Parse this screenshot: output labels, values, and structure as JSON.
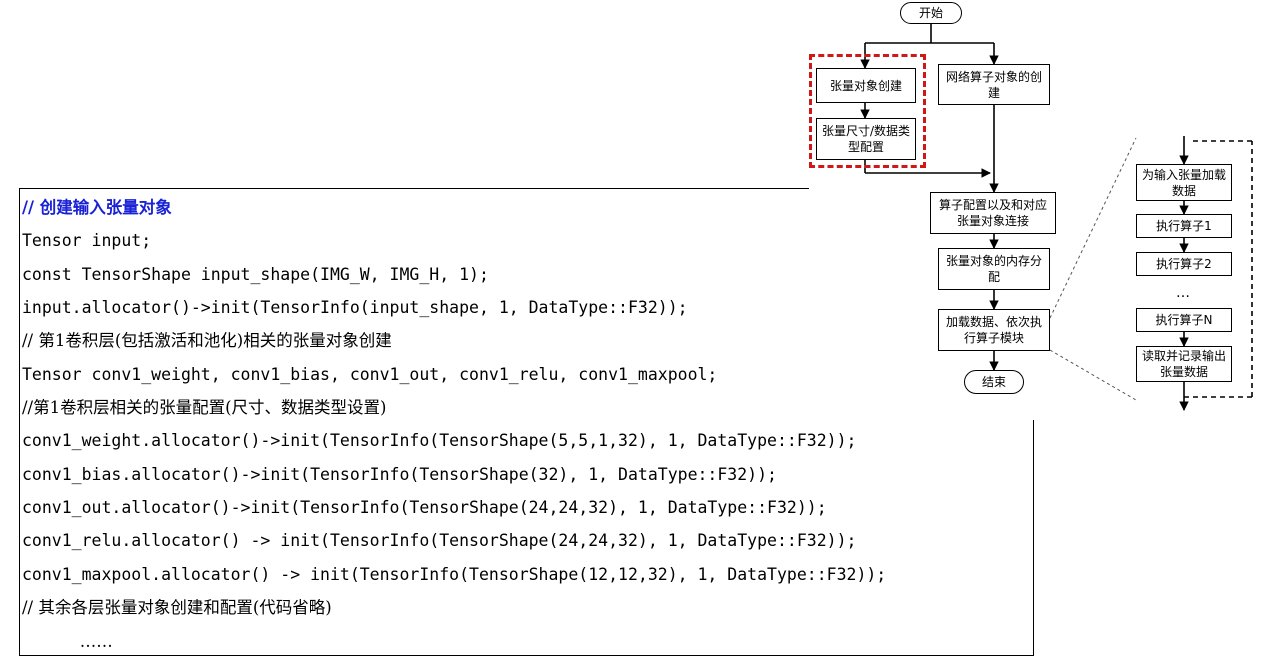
{
  "code": {
    "lines": [
      "// 创建输入张量对象",
      "Tensor input;",
      "const TensorShape input_shape(IMG_W, IMG_H, 1);",
      "input.allocator()->init(TensorInfo(input_shape, 1, DataType::F32));",
      "// 第1卷积层(包括激活和池化)相关的张量对象创建",
      "Tensor conv1_weight, conv1_bias, conv1_out, conv1_relu, conv1_maxpool;",
      "//第1卷积层相关的张量配置(尺寸、数据类型设置)",
      "conv1_weight.allocator()->init(TensorInfo(TensorShape(5,5,1,32), 1, DataType::F32));",
      "conv1_bias.allocator()->init(TensorInfo(TensorShape(32), 1, DataType::F32));",
      "conv1_out.allocator()->init(TensorInfo(TensorShape(24,24,32), 1, DataType::F32));",
      "conv1_relu.allocator() -> init(TensorInfo(TensorShape(24,24,32), 1, DataType::F32));",
      "conv1_maxpool.allocator() -> init(TensorInfo(TensorShape(12,12,32), 1, DataType::F32));",
      "// 其余各层张量对象创建和配置(代码省略)",
      "           ……"
    ]
  },
  "flow": {
    "start": "开始",
    "tensor_create": "张量对象创建",
    "tensor_config": "张量尺寸/数据类型配置",
    "op_create": "网络算子对象的创建",
    "op_config": "算子配置以及和对应张量对象连接",
    "mem_alloc": "张量对象的内存分配",
    "load_exec": "加载数据、依次执行算子模块",
    "end": "结束"
  },
  "detail": {
    "load_input": "为输入张量加载数据",
    "exec1": "执行算子1",
    "exec2": "执行算子2",
    "ellipsis": "…",
    "execN": "执行算子N",
    "read_output": "读取并记录输出张量数据"
  },
  "colors": {
    "highlight_dash": "#d01818",
    "code_comment_blue": "#1a22d6"
  }
}
